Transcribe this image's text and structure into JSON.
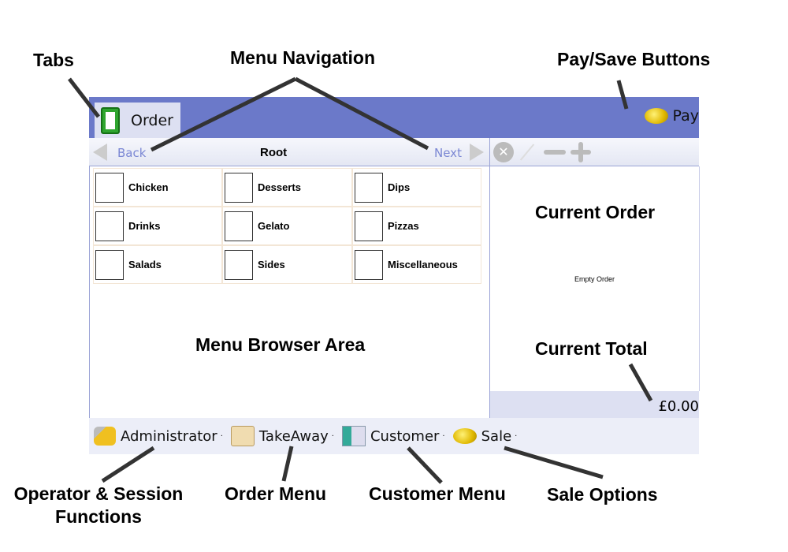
{
  "tabs": [
    {
      "label": "Order",
      "icon": "checklist-icon"
    }
  ],
  "header": {
    "pay_label": "Pay",
    "pay_icon": "coins-icon"
  },
  "toolbar": {
    "back_label": "Back",
    "breadcrumb": "Root",
    "next_label": "Next"
  },
  "menu": {
    "items": [
      "Chicken",
      "Desserts",
      "Dips",
      "Drinks",
      "Gelato",
      "Pizzas",
      "Salads",
      "Sides",
      "Miscellaneous"
    ]
  },
  "order": {
    "empty_text": "Empty Order",
    "total": "£0.00"
  },
  "bottom_bar": {
    "operator": "Administrator",
    "order_type": "TakeAway",
    "customer": "Customer",
    "sale": "Sale"
  },
  "annotations": {
    "tabs": "Tabs",
    "menu_navigation": "Menu Navigation",
    "pay_save": "Pay/Save Buttons",
    "current_order": "Current Order",
    "menu_browser": "Menu Browser Area",
    "current_total": "Current Total",
    "operator": "Operator & Session Functions",
    "order_menu": "Order Menu",
    "customer_menu": "Customer Menu",
    "sale_options": "Sale Options"
  }
}
